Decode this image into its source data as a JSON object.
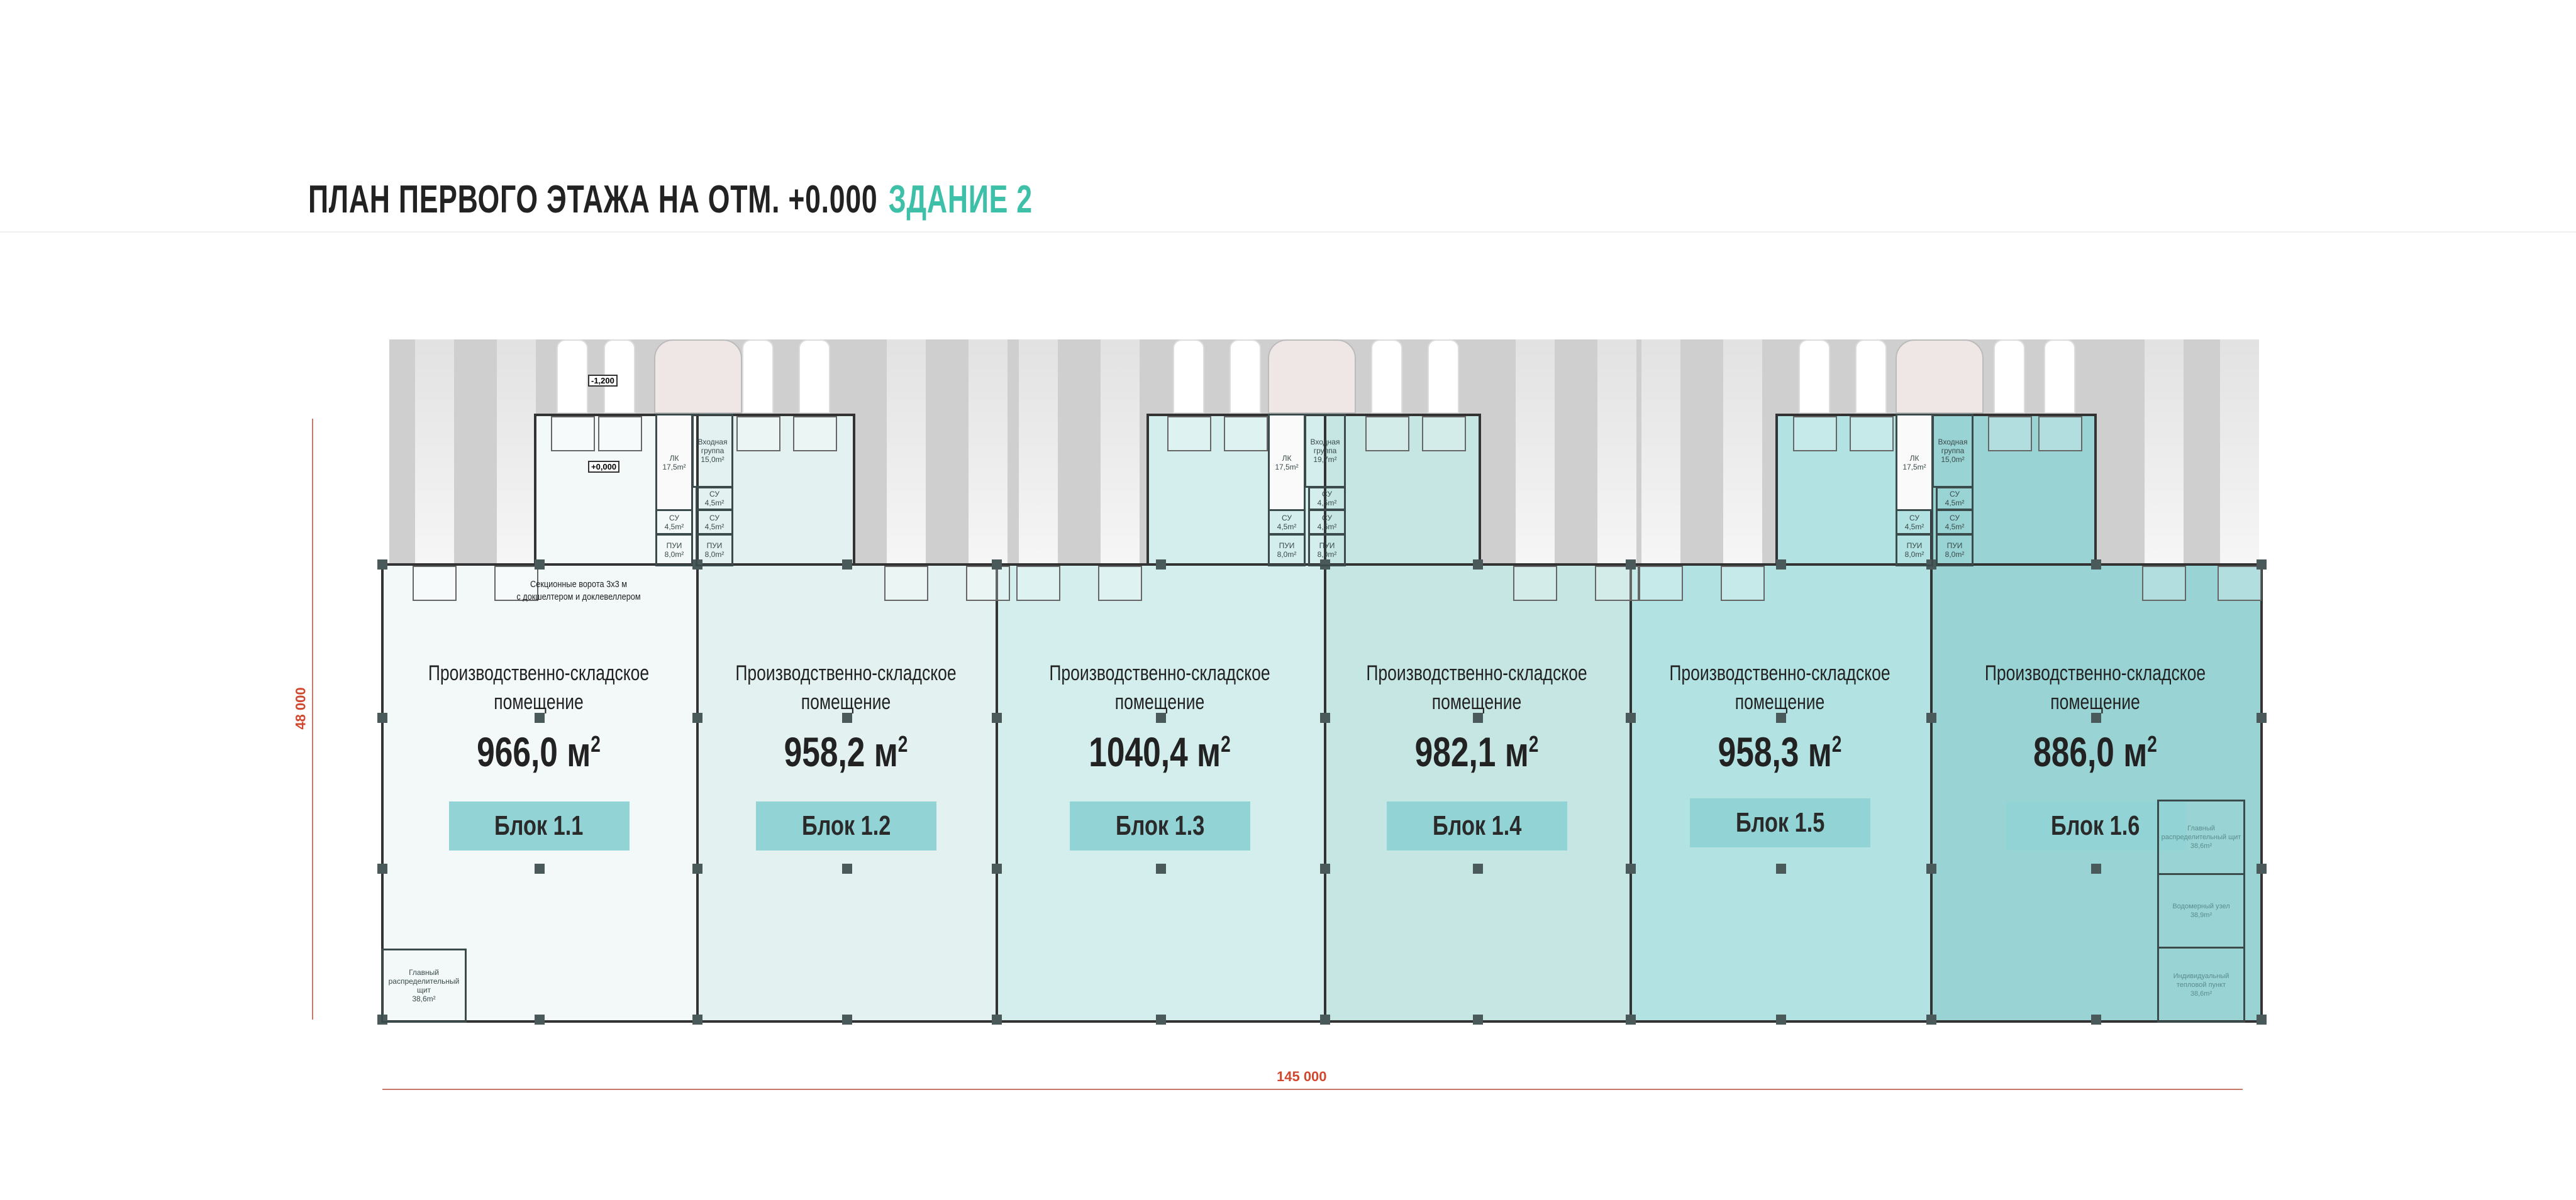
{
  "title": {
    "main": "ПЛАН ПЕРВОГО ЭТАЖА НА ОТМ. +0.000",
    "accent": "ЗДАНИЕ 2"
  },
  "colors": {
    "accent": "#3dbfa8",
    "dimension": "#d0492f",
    "label_bg": "#92d3d6"
  },
  "blocks": [
    {
      "name": "Производственно-складское",
      "name2": "помещение",
      "area": "966,0 м",
      "label": "Блок 1.1",
      "fill": "#f3f8f8"
    },
    {
      "name": "Производственно-складское",
      "name2": "помещение",
      "area": "958,2 м",
      "label": "Блок 1.2",
      "fill": "#e3f2f1"
    },
    {
      "name": "Производственно-складское",
      "name2": "помещение",
      "area": "1040,4 м",
      "label": "Блок 1.3",
      "fill": "#d3eeec"
    },
    {
      "name": "Производственно-складское",
      "name2": "помещение",
      "area": "982,1 м",
      "label": "Блок 1.4",
      "fill": "#c5e6e3"
    },
    {
      "name": "Производственно-складское",
      "name2": "помещение",
      "area": "958,3 м",
      "label": "Блок 1.5",
      "fill": "#b3e2e2"
    },
    {
      "name": "Производственно-складское",
      "name2": "помещение",
      "area": "886,0 м",
      "label": "Блок 1.6",
      "fill": "#99d3d4"
    }
  ],
  "area_unit_sup": "2",
  "cores": [
    {
      "lk": "ЛК",
      "lk_area": "17,5m²",
      "entry": "Входная группа",
      "entry_area": "15,0m²",
      "su": "СУ",
      "su_area": "4,5m²",
      "su2": "СУ",
      "su2_area": "4,5m²",
      "su3": "СУ",
      "su3_area": "4,5m²",
      "pui": "ПУИ",
      "pui_area": "8,0m²",
      "pui2": "ПУИ",
      "pui2_area": "8,0m²"
    },
    {
      "lk": "ЛК",
      "lk_area": "17,5m²",
      "entry": "Входная группа",
      "entry_area": "19,7m²",
      "su": "СУ",
      "su_area": "4,5m²",
      "su2": "СУ",
      "su2_area": "4,5m²",
      "su3": "СУ",
      "su3_area": "4,5m²",
      "pui": "ПУИ",
      "pui_area": "8,0m²",
      "pui2": "ПУИ",
      "pui2_area": "8,0m²"
    },
    {
      "lk": "ЛК",
      "lk_area": "17,5m²",
      "entry": "Входная группа",
      "entry_area": "15,0m²",
      "su": "СУ",
      "su_area": "4,5m²",
      "su2": "СУ",
      "su2_area": "4,5m²",
      "su3": "СУ",
      "su3_area": "4,5m²",
      "pui": "ПУИ",
      "pui_area": "8,0m²",
      "pui2": "ПУИ",
      "pui2_area": "8,0m²"
    }
  ],
  "service_rooms": {
    "main_switchboard_1": {
      "name": "Главный распределительный щит",
      "area": "38,6m²"
    },
    "main_switchboard_2": {
      "name": "Главный распределительный щит",
      "area": "38,6m²"
    },
    "water_meter": {
      "name": "Водомерный узел",
      "area": "38,9m²"
    },
    "heat_point": {
      "name": "Индивидуальный тепловой пункт",
      "area": "38,6m²"
    }
  },
  "levels": {
    "yard": "-1,200",
    "floor": "+0,000"
  },
  "gate_note": {
    "line1": "Секционные ворота 3х3 м",
    "line2": "с докшелтером и доклевеллером"
  },
  "dimensions": {
    "width": "145 000",
    "depth": "48 000"
  }
}
